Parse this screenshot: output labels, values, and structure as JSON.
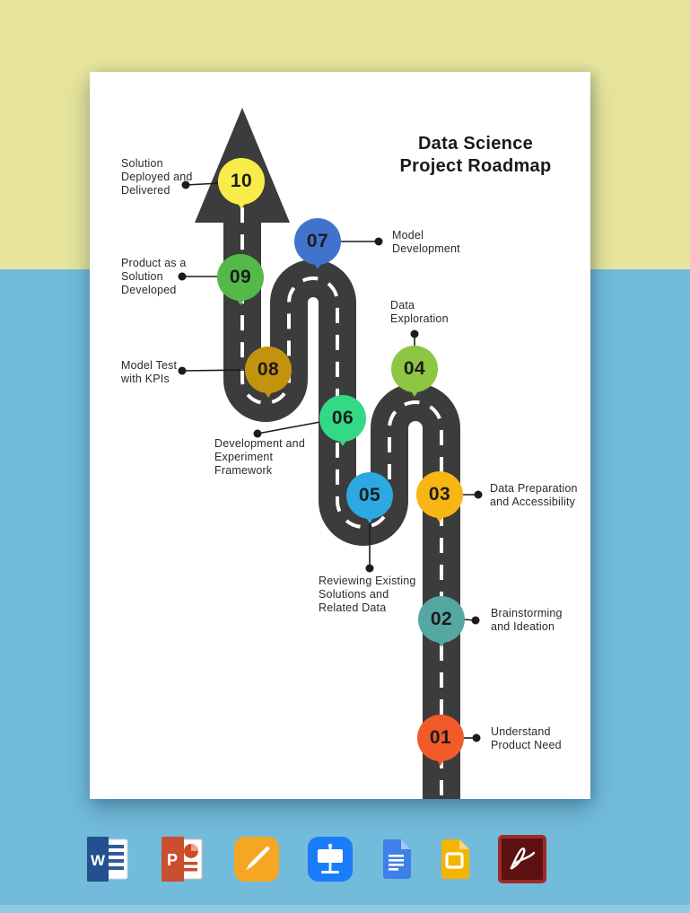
{
  "title": "Data Science\nProject Roadmap",
  "milestones": [
    {
      "num": "01",
      "label": "Understand\nProduct Need",
      "color": "#F15B2A"
    },
    {
      "num": "02",
      "label": "Brainstorming\nand Ideation",
      "color": "#55A8A2"
    },
    {
      "num": "03",
      "label": "Data Preparation\nand Accessibility",
      "color": "#F7B614"
    },
    {
      "num": "04",
      "label": "Data\nExploration",
      "color": "#8CC643"
    },
    {
      "num": "05",
      "label": "Reviewing Existing\nSolutions and\nRelated Data",
      "color": "#2BA9E0"
    },
    {
      "num": "06",
      "label": "Development and\nExperiment\nFramework",
      "color": "#33D984"
    },
    {
      "num": "07",
      "label": "Model\nDevelopment",
      "color": "#4173CD"
    },
    {
      "num": "08",
      "label": "Model Test\nwith KPIs",
      "color": "#C3930D"
    },
    {
      "num": "09",
      "label": "Product as a\nSolution\nDeveloped",
      "color": "#55B949"
    },
    {
      "num": "10",
      "label": "Solution\nDeployed and\nDelivered",
      "color": "#F7EC4A"
    }
  ],
  "colors": {
    "road": "#3C3C3C",
    "road_dash": "#FFFFFF",
    "background_top": "#E6E59B",
    "background_bottom": "#72BBDB",
    "page": "#FFFFFF",
    "connector": "#1B1B1B"
  },
  "dock": {
    "icons": [
      "word-icon",
      "powerpoint-icon",
      "pages-icon",
      "keynote-icon",
      "google-docs-icon",
      "google-slides-icon",
      "acrobat-icon"
    ]
  }
}
